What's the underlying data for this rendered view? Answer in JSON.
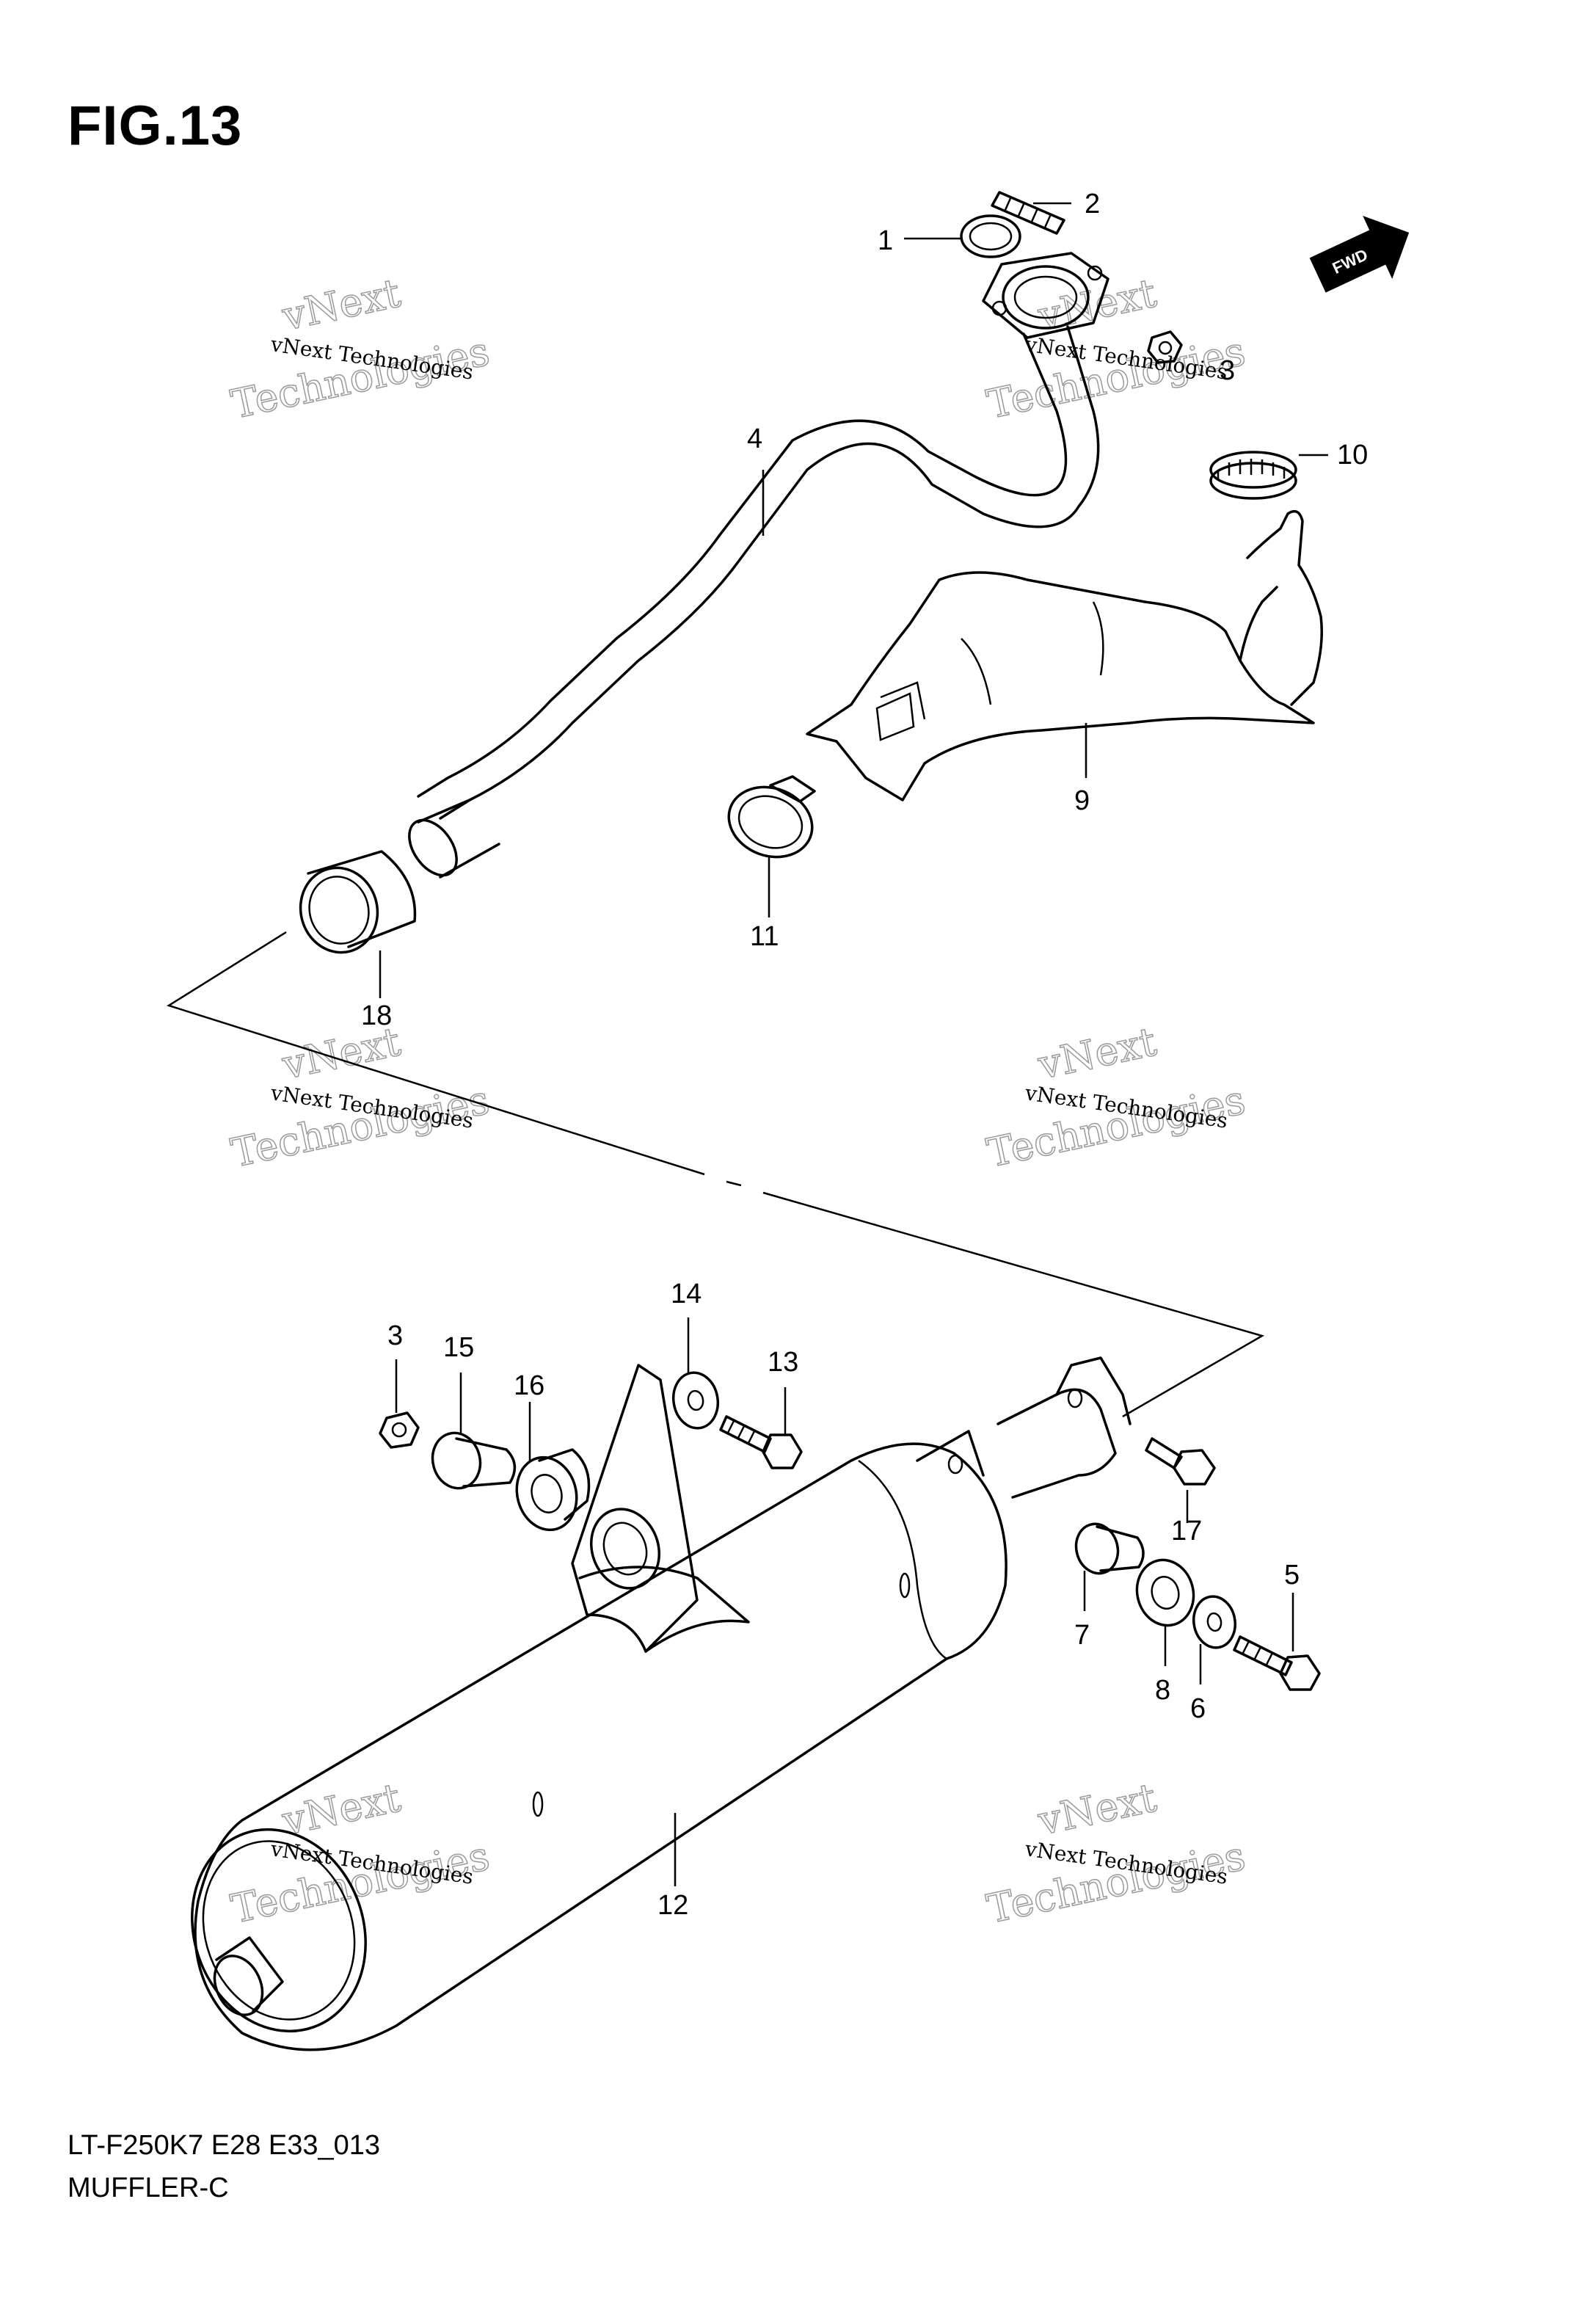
{
  "figure": {
    "title": "FIG.13",
    "model_code": "LT-F250K7 E28 E33_013",
    "section_name": "MUFFLER-C"
  },
  "direction_tag": "FWD",
  "watermark": {
    "line1": "vNext Technologies",
    "line2": "vNext",
    "line3": "Technologies"
  },
  "callouts": [
    "1",
    "2",
    "3",
    "4",
    "5",
    "6",
    "7",
    "8",
    "9",
    "10",
    "11",
    "12",
    "13",
    "14",
    "15",
    "16",
    "17",
    "18"
  ],
  "callout_extra": {
    "lower_3": "3"
  }
}
